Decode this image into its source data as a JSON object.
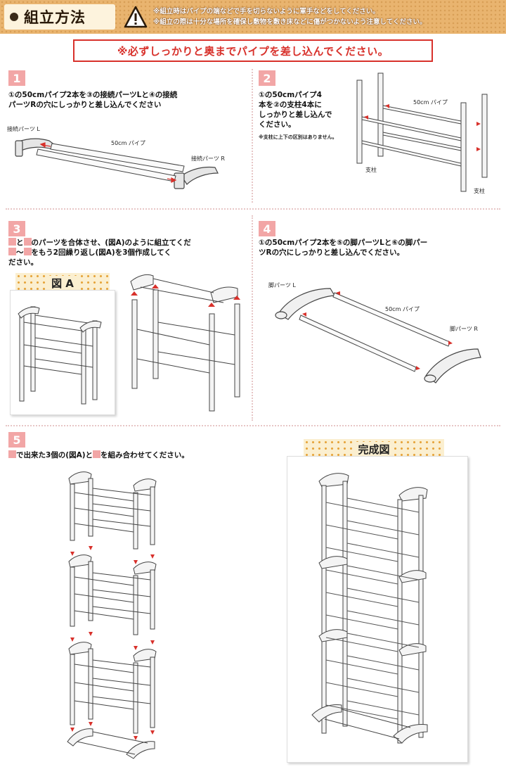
{
  "header": {
    "title": "組立方法",
    "notes": [
      "※組立時はパイプの端などで手を切らないように軍手などをしてください。",
      "※組立の際は十分な場所を確保し敷物を敷き床などに傷がつかないよう注意してください。"
    ]
  },
  "banner": "※必ずしっかりと奥までパイプを差し込んでください。",
  "steps": [
    {
      "number": "1",
      "text_lines": [
        "①の50cmパイプ2本を③の接続パーツLと④の接続",
        "パーツRの穴にしっかりと差し込んでください"
      ],
      "labels": {
        "left_part": "接続パーツ L",
        "pipe": "50cm パイプ",
        "right_part": "接続パーツ R"
      }
    },
    {
      "number": "2",
      "text_lines": [
        "①の50cmパイプ4",
        "本を②の支柱4本に",
        "しっかりと差し込んで",
        "ください。"
      ],
      "note": "※支柱に上下の区別はありません。",
      "labels": {
        "pipe": "50cm パイプ",
        "post_left": "支柱",
        "post_right": "支柱"
      }
    },
    {
      "number": "3",
      "text_line1_rest": "と",
      "text_line1_end": "のパーツを合体させ、(図A)のように組立てくだ",
      "text_line2_mid": "〜",
      "text_line2_end": "をもう2回繰り返し(図A)を3個作成してく",
      "text_line3": "ださい。",
      "figure_label": "図 A"
    },
    {
      "number": "4",
      "text_lines": [
        "①の50cmパイプ2本を⑤の脚パーツLと⑥の脚パー",
        "ツRの穴にしっかりと差し込んでください。"
      ],
      "labels": {
        "left_part": "脚パーツ L",
        "pipe": "50cm パイプ",
        "right_part": "脚パーツ R"
      }
    },
    {
      "number": "5",
      "text_mid": "で出来た3個の(図A)と",
      "text_end": "を組み合わせてください。",
      "completed_label": "完成図"
    }
  ],
  "colors": {
    "accent_red": "#d8312b",
    "step_pink": "#f2a6a6",
    "header_orange": "#e9b46f",
    "ribbon_dot": "#e6a43a"
  }
}
